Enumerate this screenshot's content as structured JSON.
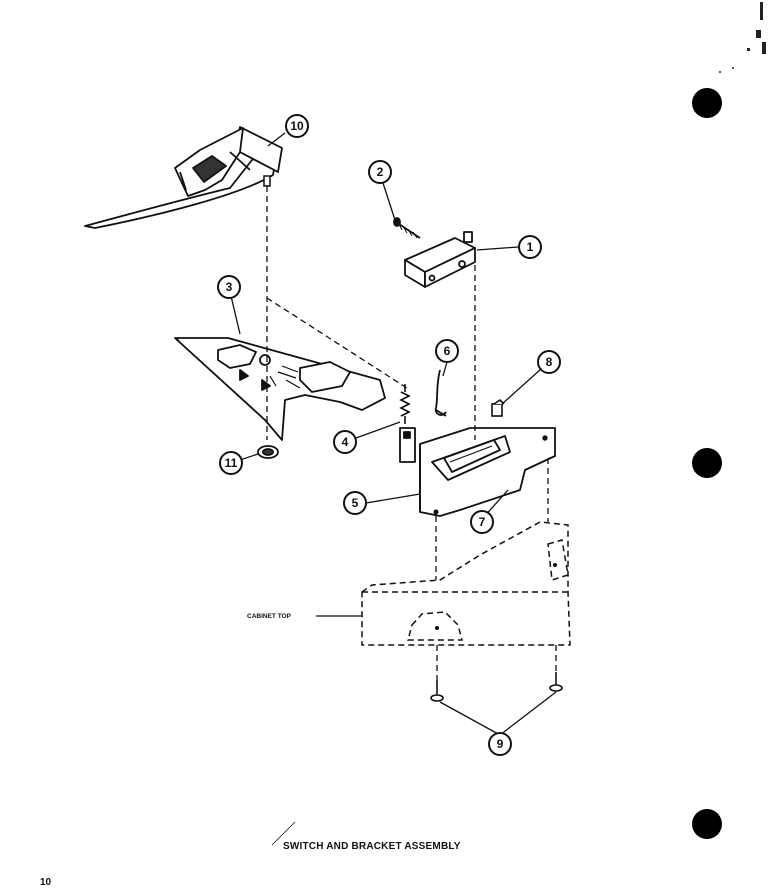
{
  "diagram": {
    "title": "SWITCH AND BRACKET ASSEMBLY",
    "page_number": "10",
    "cabinet_label": "CABINET TOP",
    "callouts": [
      "1",
      "2",
      "3",
      "4",
      "5",
      "6",
      "7",
      "8",
      "9",
      "10",
      "11"
    ]
  }
}
